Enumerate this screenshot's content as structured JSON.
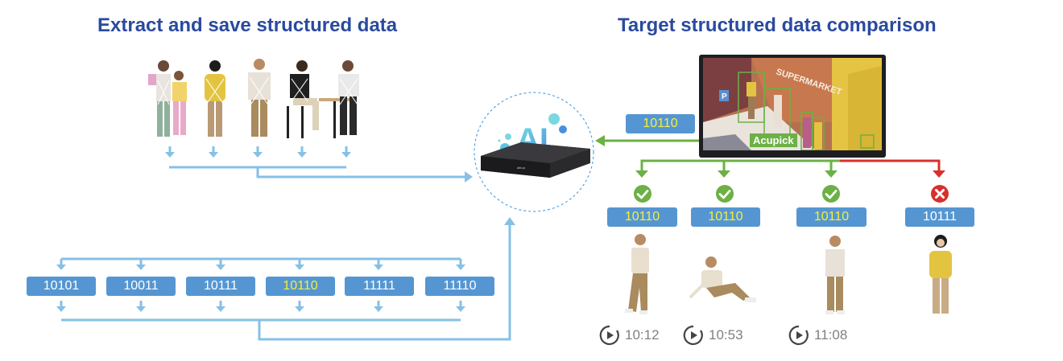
{
  "left_panel": {
    "title": "Extract and save structured data",
    "figures": [
      "person-with-boxes-and-child",
      "woman-yellow-sweater",
      "man-vest",
      "man-sitting-on-stool",
      "woman-sitting-at-table"
    ],
    "codes": [
      {
        "value": "10101",
        "highlight": false
      },
      {
        "value": "10011",
        "highlight": false
      },
      {
        "value": "10111",
        "highlight": false
      },
      {
        "value": "10110",
        "highlight": true
      },
      {
        "value": "11111",
        "highlight": false
      },
      {
        "value": "11110",
        "highlight": false
      }
    ]
  },
  "center": {
    "device": "nvr-recorder",
    "ai_label": "AI"
  },
  "right_panel": {
    "title": "Target structured data comparison",
    "query_code": "10110",
    "monitor": {
      "scene_sign": "SUPERMARKET",
      "parking_sign": "P",
      "tag_label": "Acupick"
    },
    "results": [
      {
        "code": "10110",
        "match": true,
        "time": "10:12",
        "figure": "man-standing-phone"
      },
      {
        "code": "10110",
        "match": true,
        "time": "10:53",
        "figure": "man-sitting-phone"
      },
      {
        "code": "10110",
        "match": true,
        "time": "11:08",
        "figure": "man-vest-standing"
      },
      {
        "code": "10111",
        "match": false,
        "time": "",
        "figure": "woman-yellow-sweater"
      }
    ]
  },
  "colors": {
    "title": "#2a4aa0",
    "code_bg": "#5596d2",
    "code_highlight_text": "#f5f03a",
    "flow_line": "#86c0e6",
    "match_line": "#6db045",
    "mismatch_line": "#d8302c",
    "time_text": "#808080"
  }
}
